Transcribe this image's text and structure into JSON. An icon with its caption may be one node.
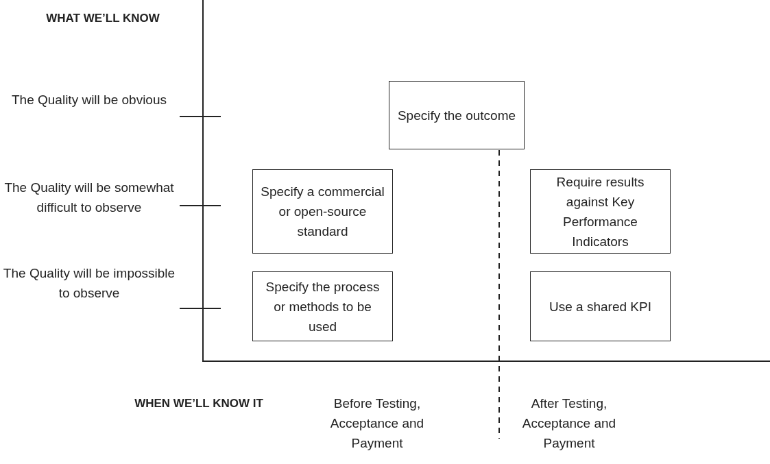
{
  "diagram": {
    "nodes": [
      {
        "text": [
          "Specify the outcome"
        ]
      },
      {
        "text": [
          "Specify a commercial or open-source standard"
        ]
      },
      {
        "text": [
          "Require results against Key Performance Indicators"
        ]
      },
      {
        "text": [
          "Specify the process or methods to be used"
        ]
      },
      {
        "text": [
          "Use a shared KPI"
        ]
      }
    ],
    "labels": [
      "WHAT WE’LL KNOW",
      "The Quality will be obvious",
      "The Quality will be somewhat difficult to observe",
      "The Quality will be impossible to observe",
      "WHEN WE’LL KNOW IT",
      "Before Testing, Acceptance and Payment",
      "After Testing, Acceptance and Payment"
    ]
  }
}
